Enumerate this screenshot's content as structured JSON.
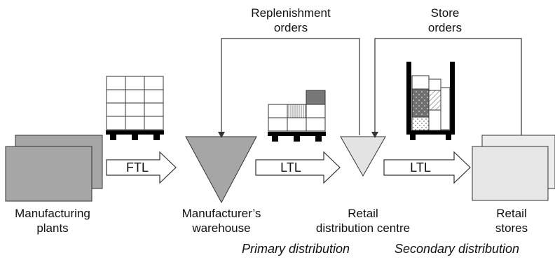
{
  "labels": {
    "replenishment_orders": [
      "Replenishment",
      "orders"
    ],
    "store_orders": [
      "Store",
      "orders"
    ],
    "manufacturing_plants": [
      "Manufacturing",
      "plants"
    ],
    "manufacturers_warehouse": [
      "Manufacturer’s",
      "warehouse"
    ],
    "retail_distribution_centre": [
      "Retail",
      "distribution centre"
    ],
    "retail_stores": [
      "Retail",
      "stores"
    ],
    "primary_distribution": "Primary distribution",
    "secondary_distribution": "Secondary distribution"
  },
  "flows": {
    "plant_to_warehouse": "FTL",
    "warehouse_to_dc": "LTL",
    "dc_to_stores": "LTL"
  },
  "colors": {
    "plant_fill": "#a6a6a6",
    "warehouse_fill": "#a6a6a6",
    "dc_fill": "#e3e3e3",
    "store_fill": "#e8e8e8",
    "pallet_base": "#000000",
    "dark_carton": "#777777"
  }
}
